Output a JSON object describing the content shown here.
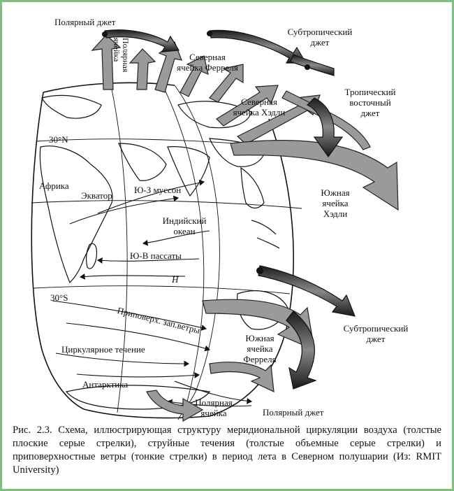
{
  "labels": {
    "polar_jet_top": "Полярный джет",
    "polar_cell_top": "Полярная ячейка",
    "north_ferrel": "Северная ячейка Ферреля",
    "subtropical_jet_top": "Субтропический джет",
    "tropical_easterly_jet": "Тропический восточный джет",
    "north_hadley": "Северная ячейка Хэдли",
    "lat_30n": "30°N",
    "africa": "Африка",
    "equator": "Экватор",
    "sw_monsoon": "Ю-З муссон",
    "indian_ocean": "Индийский океан",
    "south_hadley": "Южная ячейка Хэдли",
    "se_trades": "Ю-В пассаты",
    "high": "H",
    "lat_30s": "30°S",
    "westerlies": "Приповерх. зап.ветры",
    "subtropical_jet_bottom": "Субтропический джет",
    "south_ferrel": "Южная ячейка Ферреля",
    "circumpolar_current": "Циркулярное течение",
    "antarctica": "Антарктика",
    "polar_cell_bottom": "Полярная ячейка",
    "polar_jet_bottom": "Полярный джет"
  },
  "caption": "Рис. 2.3. Схема, иллюстрирующая структуру меридиональной циркуляции воздуха (толстые плоские серые стрелки), струйные течения (толстые объемные серые стрелки) и приповерхностные ветры (тонкие стрелки) в период лета в Северном полушарии (Из: RMIT University)",
  "colors": {
    "frame": "#7fbf7f",
    "flat_arrow": "#9a9a9a",
    "jet_dark": "#3a3a3a",
    "line": "#111111"
  }
}
